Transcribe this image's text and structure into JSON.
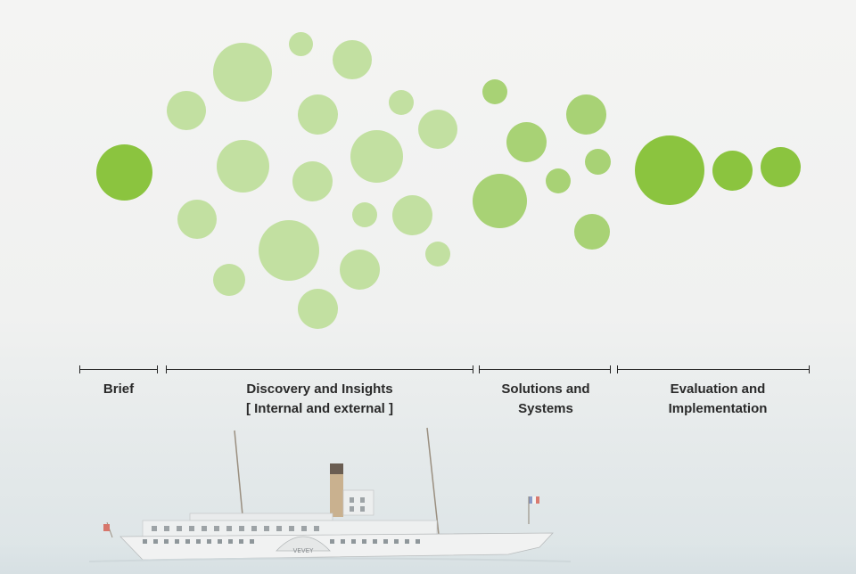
{
  "phases": [
    {
      "id": "brief",
      "label_lines": [
        "Brief"
      ]
    },
    {
      "id": "discovery",
      "label_lines": [
        "Discovery and Insights",
        "[ Internal and external ]"
      ]
    },
    {
      "id": "solutions",
      "label_lines": [
        "Solutions and",
        "Systems"
      ]
    },
    {
      "id": "evaluation",
      "label_lines": [
        "Evaluation and",
        "Implementation"
      ]
    }
  ],
  "colors": {
    "strong_green": "#8bc43f",
    "mid_green": "#a8d275",
    "soft_green": "#c2e0a1",
    "text": "#2a2a2a",
    "timeline": "#222222"
  },
  "ship_name": "VEVEY"
}
